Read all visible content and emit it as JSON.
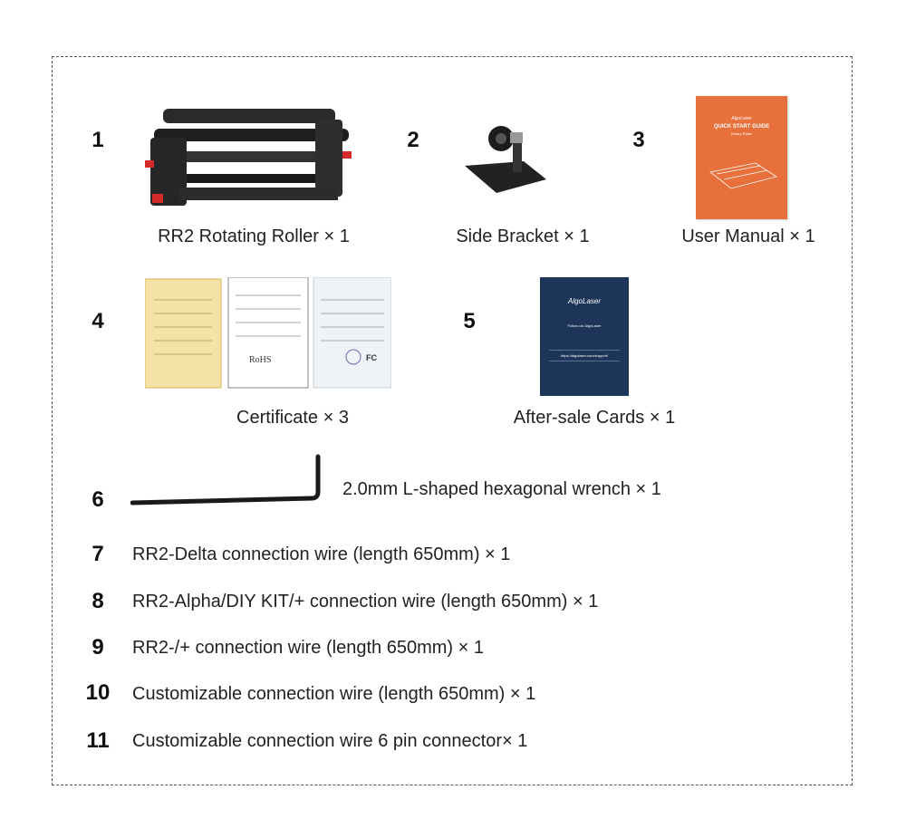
{
  "items": [
    {
      "number": "1",
      "label": "RR2 Rotating Roller × 1"
    },
    {
      "number": "2",
      "label": "Side Bracket × 1"
    },
    {
      "number": "3",
      "label": "User Manual × 1"
    },
    {
      "number": "4",
      "label": "Certificate  × 3"
    },
    {
      "number": "5",
      "label": "After-sale Cards × 1"
    },
    {
      "number": "6",
      "label": "2.0mm L-shaped hexagonal wrench × 1"
    },
    {
      "number": "7",
      "label": "RR2-Delta connection wire (length 650mm) × 1"
    },
    {
      "number": "8",
      "label": "RR2-Alpha/DIY KIT/+ connection wire (length 650mm) × 1"
    },
    {
      "number": "9",
      "label": "RR2-/+ connection wire (length 650mm) × 1"
    },
    {
      "number": "10",
      "label": "Customizable connection wire (length 650mm) × 1"
    },
    {
      "number": "11",
      "label": "Customizable connection wire 6 pin connector× 1"
    }
  ],
  "manual": {
    "brand": "AlgoLaser",
    "title": "QUICK START GUIDE",
    "subtitle": "Rotary Roller"
  },
  "card": {
    "brand": "AlgoLaser",
    "follow": "Follow us! AlgoLaser",
    "url": "https://algolaser.com/support/"
  },
  "colors": {
    "manual": "#e8703a",
    "card": "#1d3558",
    "accent_red": "#d42a2a"
  }
}
